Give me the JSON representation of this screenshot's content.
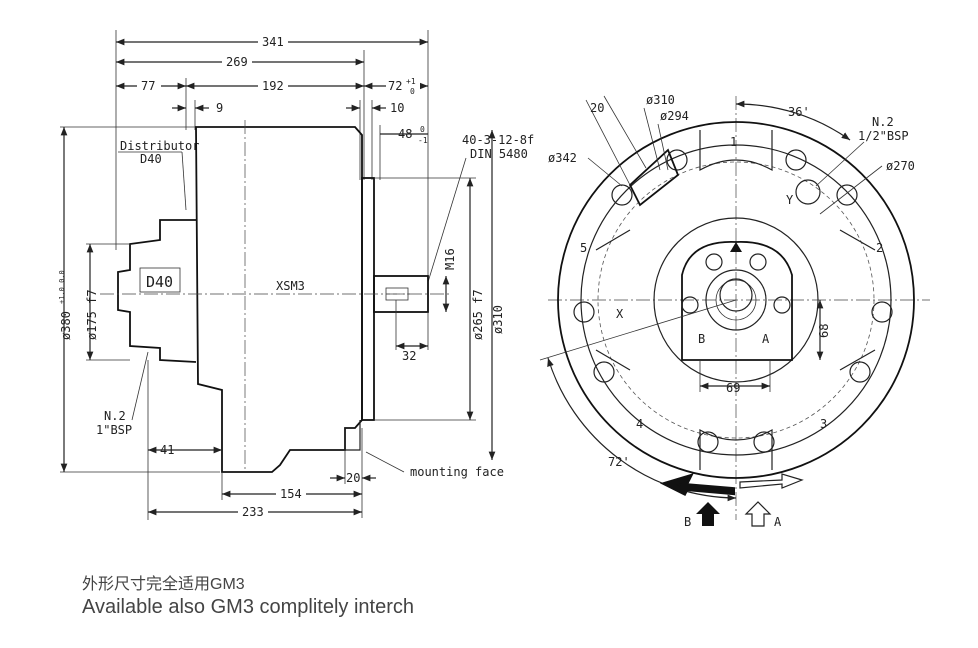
{
  "side_view": {
    "dims": {
      "d341": "341",
      "d269": "269",
      "d77": "77",
      "d192": "192",
      "d72": "72",
      "d72_tol_up": "+1",
      "d72_tol_low": "0",
      "d9": "9",
      "d10": "10",
      "d48": "48",
      "d48_tol_up": "0",
      "d48_tol_low": "-1",
      "spline1": "40-3-12-8f",
      "spline2": "DIN 5480",
      "m16": "M16",
      "d265": "ø265 f7",
      "d310": "ø310",
      "d32": "32",
      "d380": "ø380",
      "d380_tol": "+1.0 0.0",
      "d175": "ø175 f7",
      "d41": "41",
      "d20": "20",
      "d154": "154",
      "d233": "233"
    },
    "labels": {
      "distributor": "Distributor",
      "distributor_size": "D40",
      "body_d40": "D40",
      "model": "XSM3",
      "port_n": "N.2",
      "port_size": "1\"BSP",
      "mounting_face": "mounting face"
    }
  },
  "front_view": {
    "dims": {
      "d310": "ø310",
      "d294": "ø294",
      "d20": "20",
      "d342": "ø342",
      "a36": "36'",
      "port_n": "N.2",
      "port_size": "1/2\"BSP",
      "d270": "ø270",
      "d68": "68",
      "d69": "69",
      "a72": "72'"
    },
    "labels": {
      "n1": "1",
      "n2": "2",
      "n3": "3",
      "n4": "4",
      "n5": "5",
      "port_b": "B",
      "port_a": "A",
      "x": "X",
      "y": "Y",
      "rot_b": "B",
      "rot_a": "A"
    }
  },
  "caption": {
    "line1": "外形尺寸完全适用GM3",
    "line2": "Available also GM3 complitely interch"
  }
}
